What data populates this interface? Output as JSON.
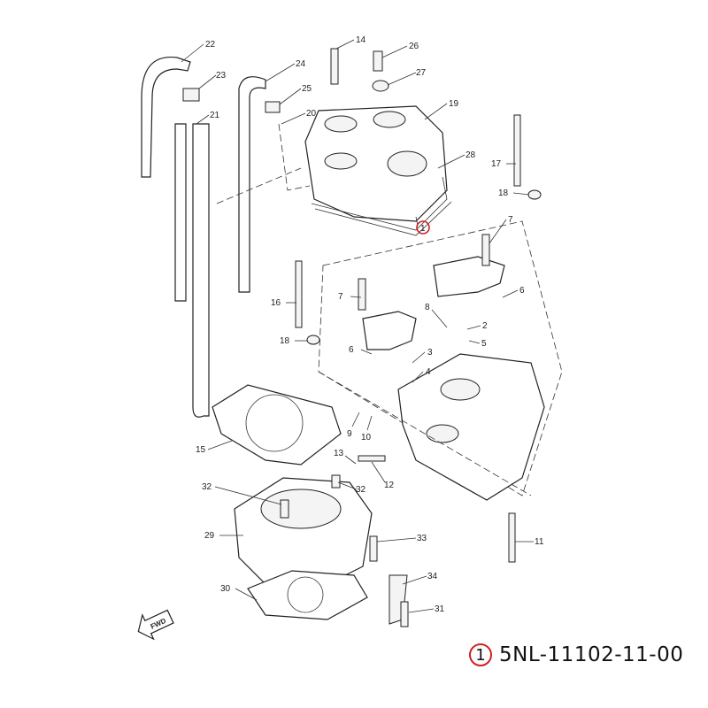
{
  "diagram": {
    "callouts": [
      "22",
      "23",
      "21",
      "24",
      "25",
      "20",
      "14",
      "26",
      "27",
      "19",
      "28",
      "17",
      "18",
      "7",
      "6",
      "16",
      "7",
      "8",
      "2",
      "5",
      "18",
      "6",
      "3",
      "4",
      "9",
      "10",
      "13",
      "12",
      "15",
      "32",
      "32",
      "29",
      "33",
      "11",
      "30",
      "34",
      "31"
    ],
    "highlight_callout": "1",
    "fwd_label": "FWD",
    "highlight_color": "#d32020"
  },
  "part_number": {
    "marker": "1",
    "value": "5NL-11102-11-00"
  }
}
